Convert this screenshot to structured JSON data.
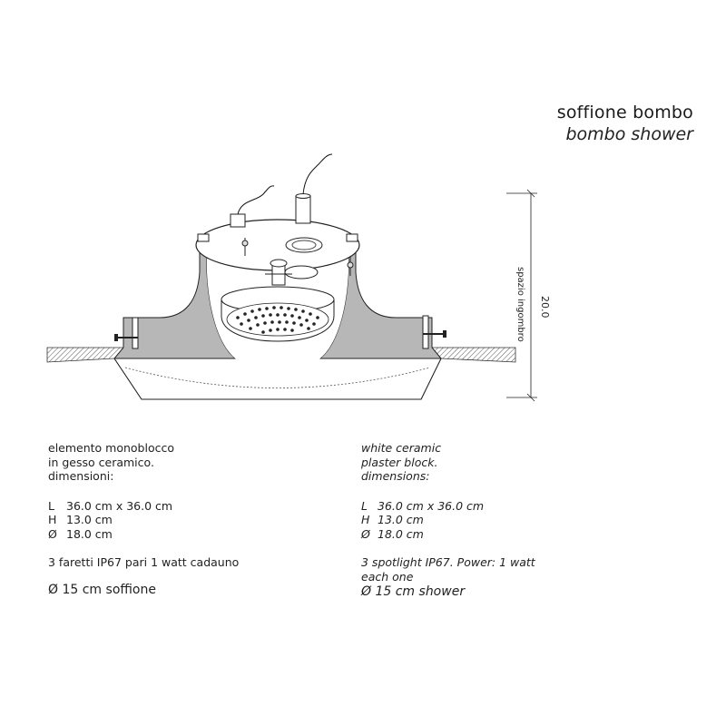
{
  "title": {
    "italian": "soffione bombo",
    "english": "bombo shower"
  },
  "drawing": {
    "dimension_value": "20.0",
    "dimension_label": "spazio ingombro"
  },
  "italian": {
    "description": [
      "elemento monoblocco",
      "in gesso ceramico.",
      "dimensioni:"
    ],
    "dimensions": [
      {
        "key": "L",
        "value": "36.0 cm x 36.0 cm"
      },
      {
        "key": "H",
        "value": "13.0 cm"
      },
      {
        "key": "Ø",
        "value": "18.0 cm"
      }
    ],
    "lights": [
      "3 faretti IP67 pari 1 watt cadauno"
    ],
    "shower": "Ø  15 cm soffione"
  },
  "english": {
    "description": [
      "white ceramic",
      "plaster block.",
      "dimensions:"
    ],
    "dimensions": [
      {
        "key": "L",
        "value": "36.0 cm x 36.0 cm"
      },
      {
        "key": "H",
        "value": "13.0 cm"
      },
      {
        "key": "Ø",
        "value": "18.0 cm"
      }
    ],
    "lights": [
      "3 spotlight IP67. Power: 1 watt",
      "each one"
    ],
    "shower": "Ø 15 cm shower"
  }
}
